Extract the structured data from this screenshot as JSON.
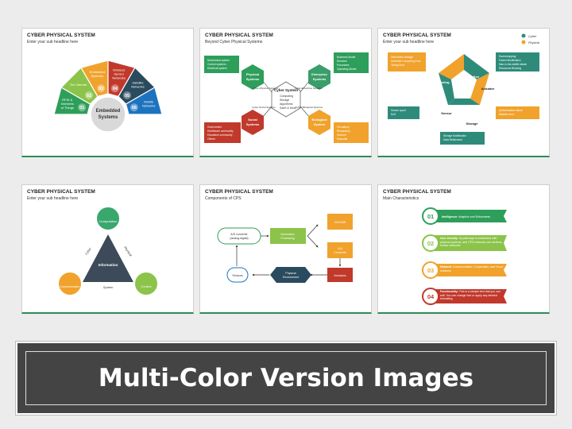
{
  "banner": {
    "title": "Multi-Color Version Images"
  },
  "slide1": {
    "title": "CYBER PHYSICAL SYSTEM",
    "subtitle": "Enter your sub headline here",
    "center": [
      "Embedded",
      "Systems"
    ],
    "segments": [
      {
        "num": "01",
        "label": [
          "RFID &",
          "Internets",
          "of Things"
        ],
        "color": "#2e9e5b"
      },
      {
        "num": "02",
        "label": [
          "The Internet"
        ],
        "color": "#8cc34a"
      },
      {
        "num": "03",
        "label": [
          "Embedded",
          "Systems"
        ],
        "color": "#f0a22c"
      },
      {
        "num": "04",
        "label": [
          "Wireless",
          "Sensor",
          "Networks"
        ],
        "color": "#c0392b"
      },
      {
        "num": "05",
        "label": [
          "Satellite",
          "Networks"
        ],
        "color": "#2a4a5e"
      },
      {
        "num": "06",
        "label": [
          "Mobile",
          "Networks"
        ],
        "color": "#1e73be"
      }
    ]
  },
  "slide2": {
    "title": "CYBER PHYSICAL SYSTEM",
    "subtitle": "Beyond Cyber Physical Systems",
    "center": {
      "title": "Cyber System",
      "items": [
        "Computing",
        "Storage",
        "Algorithms",
        "SaaS & More"
      ]
    },
    "hexes": [
      {
        "title": [
          "Physical",
          "Systems"
        ],
        "color": "#2e9e5b"
      },
      {
        "title": [
          "Enterprise",
          "Systems"
        ],
        "color": "#3a9e6a"
      },
      {
        "title": [
          "Social",
          "Systems"
        ],
        "color": "#c0392b"
      },
      {
        "title": [
          "Biological",
          "System"
        ],
        "color": "#f0a22c"
      }
    ],
    "links": [
      "Cyber-Physical Systems",
      "Cyber-Enterprise Systems",
      "Cyber-Social Systems",
      "Cyber-Biological Systems"
    ],
    "boxes": [
      {
        "items": [
          "Mechanical system",
          "Control systems",
          "Electrical system"
        ],
        "color": "#2e9e5b"
      },
      {
        "items": [
          "Business Model",
          "Services",
          "Processes",
          "Operating Model"
        ],
        "color": "#2e9e5b"
      },
      {
        "items": [
          "Government",
          "Healthcare community",
          "Education community",
          "Others"
        ],
        "color": "#c0392b"
      },
      {
        "items": [
          "Circulatory",
          "Respiratory",
          "Immune",
          "Muscular"
        ],
        "color": "#f0a22c"
      }
    ]
  },
  "slide3": {
    "title": "CYBER PHYSICAL SYSTEM",
    "subtitle": "Enter your sub headline here",
    "legend": [
      {
        "label": "Cyber",
        "color": "#2e8b7a"
      },
      {
        "label": "Physical",
        "color": "#f0a22c"
      }
    ],
    "nodes": [
      "Communication",
      "Actuator",
      "Storage",
      "Sensor",
      "Computing"
    ],
    "boxes": [
      {
        "items": [
          "Information leakage",
          "Unlimited Computing Error",
          "Timing Error"
        ],
        "color": "#f0a22c"
      },
      {
        "items": [
          "Eavesdropping",
          "Packet Modification",
          "Man-in-the-middle attack",
          "Resources Blocking"
        ],
        "color": "#2e8b7a"
      },
      {
        "items": [
          "Sensor spoof",
          "DoS"
        ],
        "color": "#2e8b7a"
      },
      {
        "items": [
          "Authentication failure",
          "Attacker error"
        ],
        "color": "#f0a22c"
      },
      {
        "items": [
          "Storage Modification",
          "Data Retainment"
        ],
        "color": "#2e8b7a"
      }
    ]
  },
  "slide4": {
    "title": "CYBER PHYSICAL SYSTEM",
    "subtitle": "Enter your sub headline here",
    "center": "Information",
    "nodes": [
      {
        "label": "Computation",
        "color": "#3aa76d"
      },
      {
        "label": "Communication",
        "color": "#f0a22c"
      },
      {
        "label": "Control",
        "color": "#8cc34a"
      }
    ],
    "edges": [
      "Cyber",
      "Physical",
      "System"
    ]
  },
  "slide5": {
    "title": "CYBER PHYSICAL SYSTEM",
    "subtitle": "Components of CPS",
    "nodes": [
      {
        "label": [
          "A/D converter",
          "(analog-digital)"
        ],
        "color": "#2e9e5b"
      },
      {
        "label": [
          "Information",
          "Processing"
        ],
        "color": "#8cc34a"
      },
      {
        "label": [
          "HCI/HMI"
        ],
        "color": "#f0a22c"
      },
      {
        "label": [
          "D/A",
          "Converter"
        ],
        "color": "#f0a22c"
      },
      {
        "label": [
          "Sensors"
        ],
        "color": "#1e73be"
      },
      {
        "label": [
          "Physical",
          "Environment"
        ],
        "color": "#2a4a5e"
      },
      {
        "label": [
          "Actuators"
        ],
        "color": "#c0392b"
      }
    ]
  },
  "slide6": {
    "title": "CYBER PHYSICAL SYSTEM",
    "subtitle": "Main Characteristics",
    "items": [
      {
        "num": "01",
        "bold": "Intelligence:",
        "text": "Adaptive and Robustness",
        "color": "#2e9e5b"
      },
      {
        "num": "02",
        "bold": "User-friendly:",
        "text": "Its pathways is embedded with physical systems, and CPS networks use wireless sensor networks",
        "color": "#8cc34a"
      },
      {
        "num": "03",
        "bold": "Network:",
        "text": "Communication, Cooperation, and Cloud solutions",
        "color": "#f0a22c"
      },
      {
        "num": "04",
        "bold": "Functionality:",
        "text": "This is a sample text that you can edit. You can change font or apply any desired formatting",
        "color": "#c0392b"
      }
    ]
  }
}
